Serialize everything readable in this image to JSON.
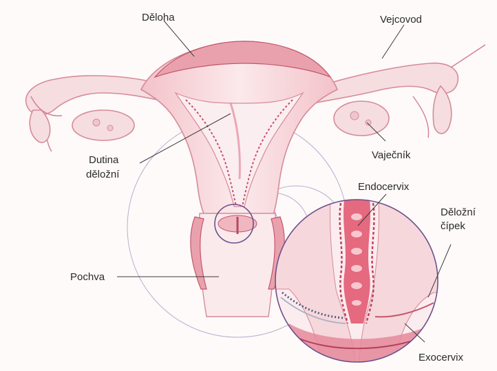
{
  "labels": {
    "uterus": "Děloha",
    "fallopian_tube": "Vejcovod",
    "uterine_cavity_line1": "Dutina",
    "uterine_cavity_line2": "děložní",
    "ovary": "Vaječník",
    "endocervix": "Endocervix",
    "cervix_line1": "Děložní",
    "cervix_line2": "čípek",
    "vagina": "Pochva",
    "exocervix": "Exocervix"
  },
  "colors": {
    "tissue_light": "#f6dde0",
    "tissue_outline": "#d68a98",
    "muscle": "#e9a2ad",
    "mucosa": "#c94d67",
    "magnifier_ring": "#6c4f8a",
    "label_text": "#2a2a2a"
  }
}
